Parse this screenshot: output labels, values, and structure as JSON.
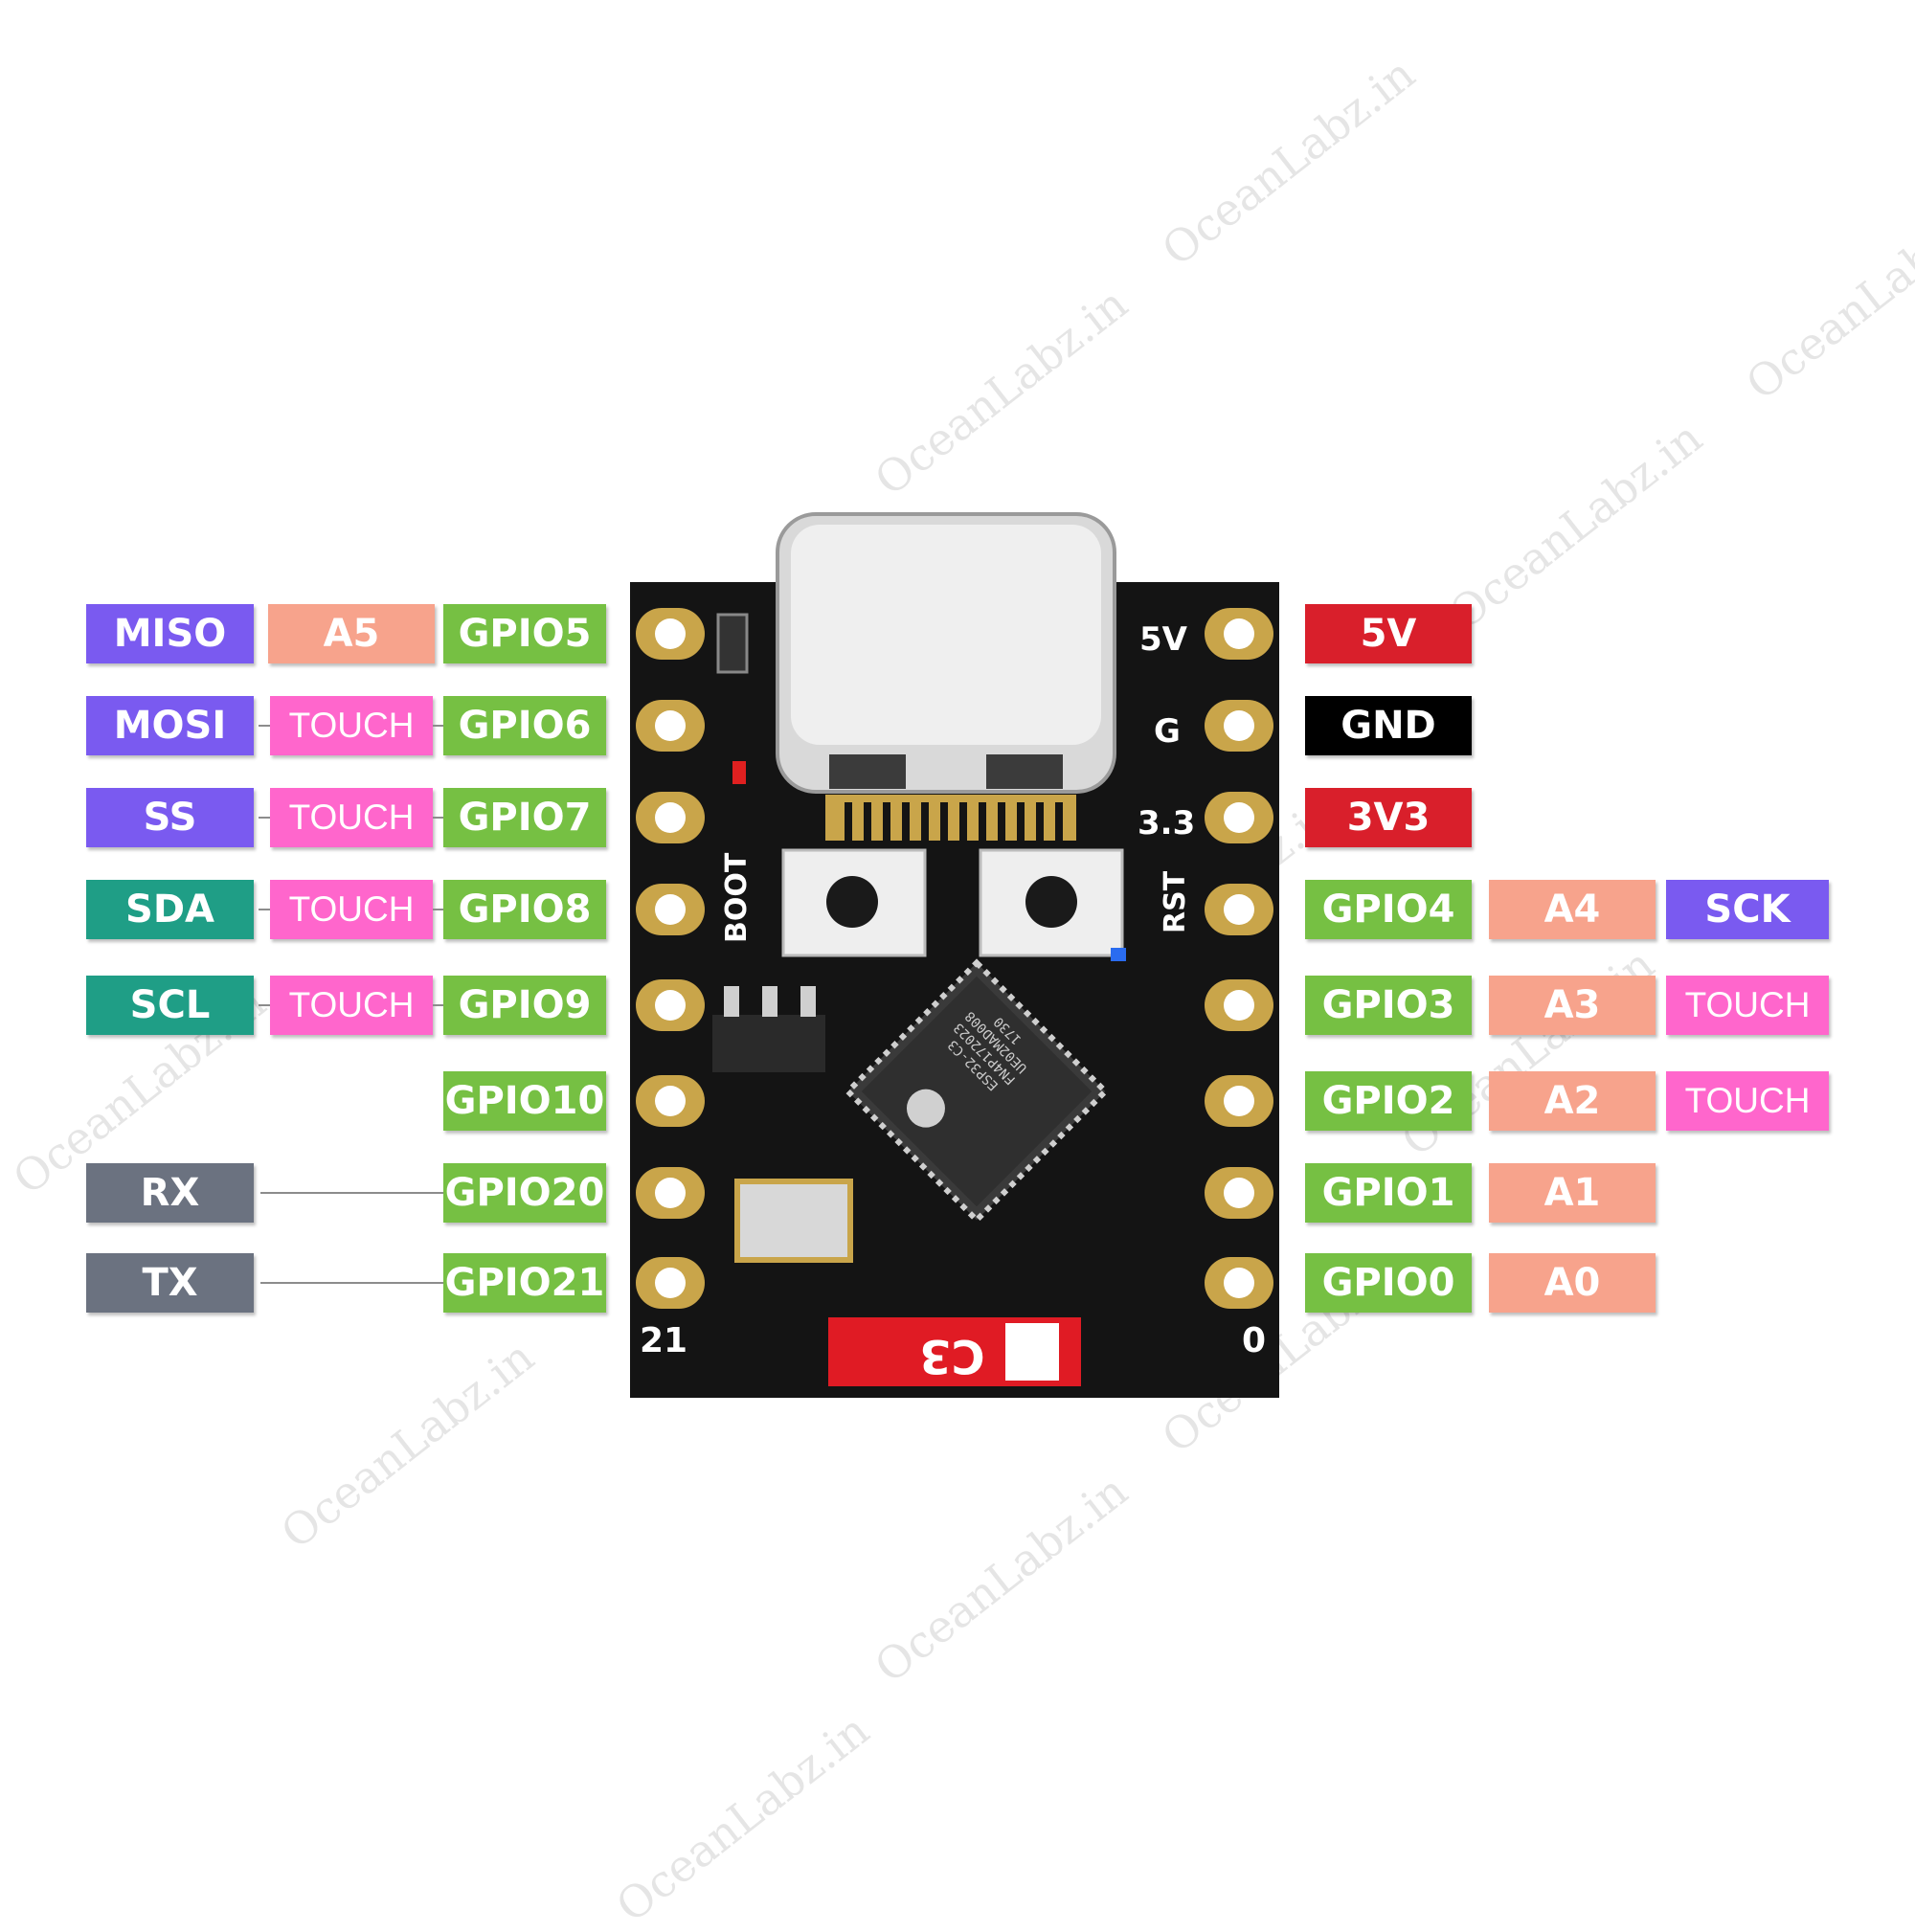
{
  "colors": {
    "gpio": "#76c043",
    "analog": "#f7a38c",
    "spi": "#7a5af0",
    "i2c": "#1f9e86",
    "touch": "#ff66cc",
    "uart": "#6b7280",
    "power": "#d91f2b",
    "ground": "#000000",
    "board": "#141414",
    "pad": "#c9a54a"
  },
  "left_pins": [
    {
      "gpio": "GPIO5",
      "touch": "",
      "analog": "A5",
      "func": "MISO",
      "func_type": "spi"
    },
    {
      "gpio": "GPIO6",
      "touch": "TOUCH",
      "analog": "",
      "func": "MOSI",
      "func_type": "spi"
    },
    {
      "gpio": "GPIO7",
      "touch": "TOUCH",
      "analog": "",
      "func": "SS",
      "func_type": "spi"
    },
    {
      "gpio": "GPIO8",
      "touch": "TOUCH",
      "analog": "",
      "func": "SDA",
      "func_type": "i2c"
    },
    {
      "gpio": "GPIO9",
      "touch": "TOUCH",
      "analog": "",
      "func": "SCL",
      "func_type": "i2c"
    },
    {
      "gpio": "GPIO10",
      "touch": "",
      "analog": "",
      "func": "",
      "func_type": ""
    },
    {
      "gpio": "GPIO20",
      "touch": "",
      "analog": "",
      "func": "RX",
      "func_type": "uart"
    },
    {
      "gpio": "GPIO21",
      "touch": "",
      "analog": "",
      "func": "TX",
      "func_type": "uart"
    }
  ],
  "right_pins": [
    {
      "label": "5V",
      "type": "power",
      "analog": "",
      "extra": "",
      "extra_type": ""
    },
    {
      "label": "GND",
      "type": "ground",
      "analog": "",
      "extra": "",
      "extra_type": ""
    },
    {
      "label": "3V3",
      "type": "power",
      "analog": "",
      "extra": "",
      "extra_type": ""
    },
    {
      "label": "GPIO4",
      "type": "gpio",
      "analog": "A4",
      "extra": "SCK",
      "extra_type": "spi"
    },
    {
      "label": "GPIO3",
      "type": "gpio",
      "analog": "A3",
      "extra": "TOUCH",
      "extra_type": "touch"
    },
    {
      "label": "GPIO2",
      "type": "gpio",
      "analog": "A2",
      "extra": "TOUCH",
      "extra_type": "touch"
    },
    {
      "label": "GPIO1",
      "type": "gpio",
      "analog": "A1",
      "extra": "",
      "extra_type": ""
    },
    {
      "label": "GPIO0",
      "type": "gpio",
      "analog": "A0",
      "extra": "",
      "extra_type": ""
    }
  ],
  "board": {
    "silk_5v": "5V",
    "silk_g": "G",
    "silk_33": "3.3",
    "silk_boot": "BOOT",
    "silk_rst": "RST",
    "silk_21": "21",
    "silk_0": "0",
    "badge": "C3",
    "chip_lines": [
      "ESP32-C3",
      "FN4P172023",
      "UE02MAD008",
      "1730"
    ]
  },
  "watermark": "OceanLabz.in"
}
